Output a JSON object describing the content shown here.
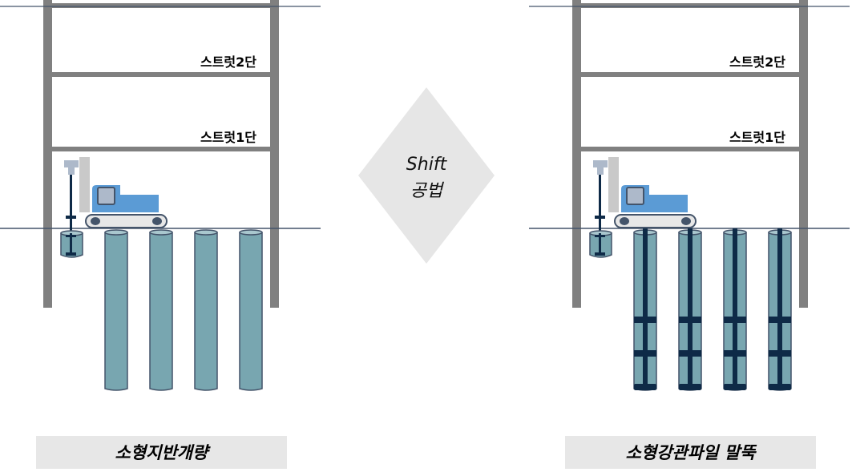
{
  "center": {
    "line1": "Shift",
    "line2": "공법"
  },
  "panels": [
    {
      "strut_upper": "스트럿2단",
      "strut_lower": "스트럿1단",
      "caption": "소형지반개량",
      "reinforced": false
    },
    {
      "strut_upper": "스트럿2단",
      "strut_lower": "스트럿1단",
      "caption": "소형강관파일 말뚝",
      "reinforced": true
    }
  ],
  "colors": {
    "wall": "#808080",
    "ground": "#44546a",
    "pile": "#78a6b0",
    "core": "#0e2a47",
    "machine": "#5b9bd5",
    "diamond": "#e6e6e6",
    "caption_bg": "#e7e7e7"
  }
}
